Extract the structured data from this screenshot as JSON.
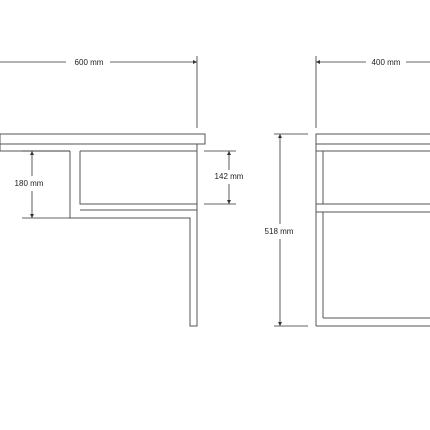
{
  "dimensions": {
    "front_width": "600 mm",
    "front_left_height": "180 mm",
    "front_right_height": "142 mm",
    "side_depth": "400 mm",
    "side_height": "518 mm"
  },
  "colors": {
    "outline": "#555555",
    "dimension": "#333333",
    "text": "#222222"
  }
}
